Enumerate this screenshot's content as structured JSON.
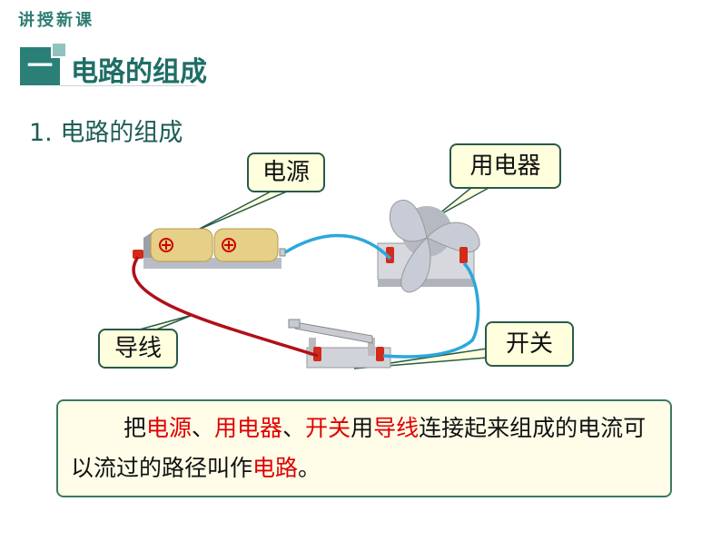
{
  "section_label": "讲授新课",
  "header": {
    "number": "一",
    "title": "电路的组成"
  },
  "subtitle": "1. 电路的组成",
  "callouts": {
    "power": "电源",
    "appliance": "用电器",
    "wire": "导线",
    "switch": "开关"
  },
  "battery_symbol": "⊕",
  "note": {
    "p1": "把",
    "t1": "电源",
    "s1": "、",
    "t2": "用电器",
    "s2": "、",
    "t3": "开关",
    "p2": "用",
    "t4": "导线",
    "p3": "连接起来组成的电流可以流过的路径叫作",
    "t5": "电路",
    "p4": "。"
  },
  "colors": {
    "accent": "#2a8077",
    "highlight": "#e00000",
    "red_wire": "#b0101a",
    "blue_wire": "#2aa8dc"
  }
}
